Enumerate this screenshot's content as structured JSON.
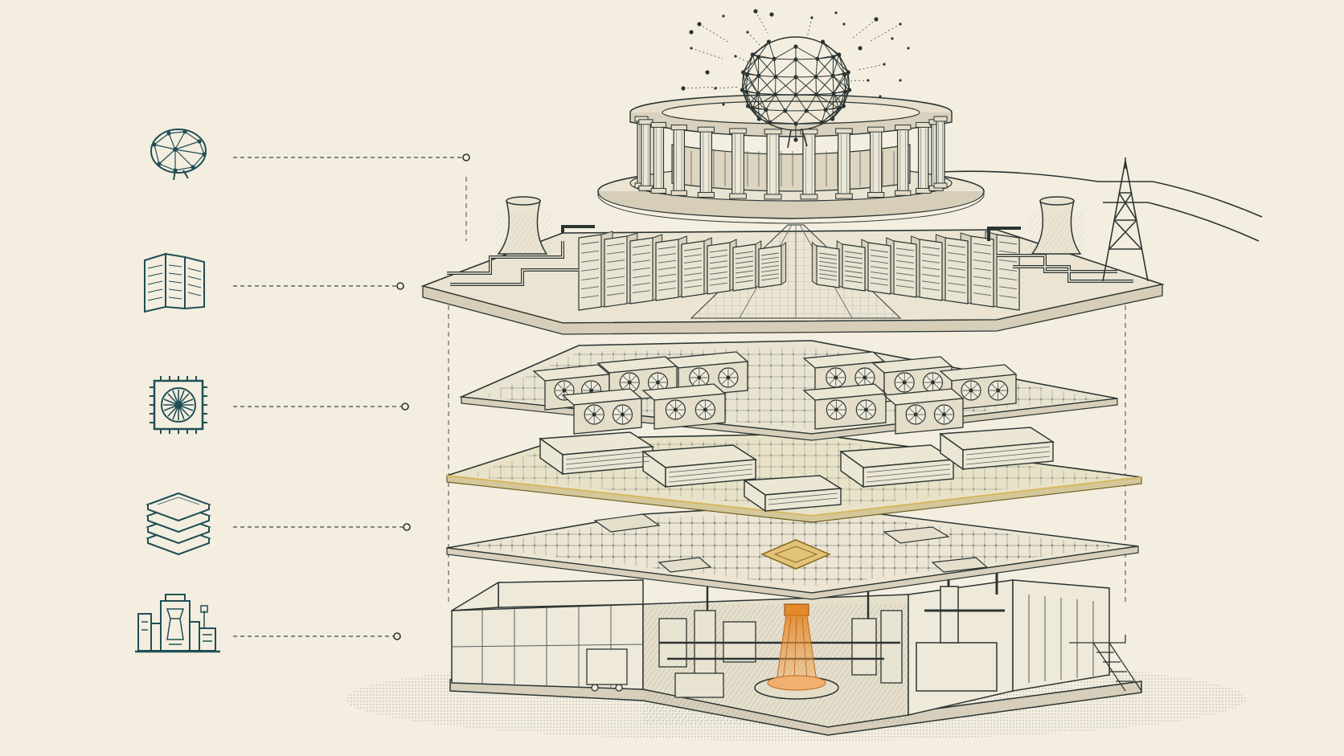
{
  "title": "",
  "palette": {
    "paper": "#f4eee0",
    "ink": "#3e4a48",
    "ink_dark": "#2b3533",
    "teal": "#1f4f55",
    "accent_orange": "#e48a2a",
    "accent_gold": "#d9b860",
    "slab_fill": "#ebe4d2"
  },
  "legend": [
    {
      "icon": "brain-network-icon",
      "layer": "neural-network-temple"
    },
    {
      "icon": "server-rack-icon",
      "layer": "data-center"
    },
    {
      "icon": "cooling-fan-chip-icon",
      "layer": "gpu-cards"
    },
    {
      "icon": "stacked-layers-icon",
      "layer": "chip-packages"
    },
    {
      "icon": "fab-machine-icon",
      "layer": "semiconductor-fab"
    }
  ],
  "layers": [
    {
      "name": "neural-network-temple"
    },
    {
      "name": "data-center"
    },
    {
      "name": "gpu-cards"
    },
    {
      "name": "chip-packages"
    },
    {
      "name": "circuit-board"
    },
    {
      "name": "semiconductor-fab"
    }
  ]
}
